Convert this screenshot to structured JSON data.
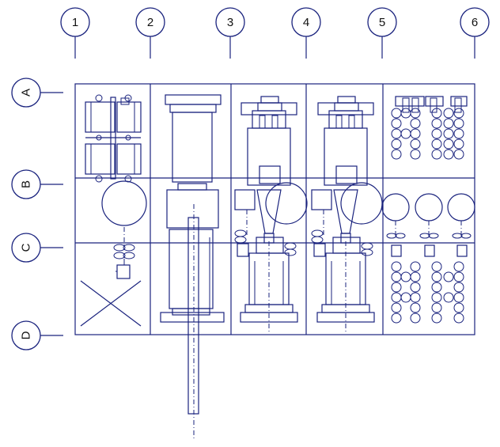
{
  "diagram": {
    "columns": [
      "1",
      "2",
      "3",
      "4",
      "5",
      "6"
    ],
    "rows": [
      "A",
      "B",
      "C",
      "D"
    ],
    "line_color": "#1a237e"
  }
}
